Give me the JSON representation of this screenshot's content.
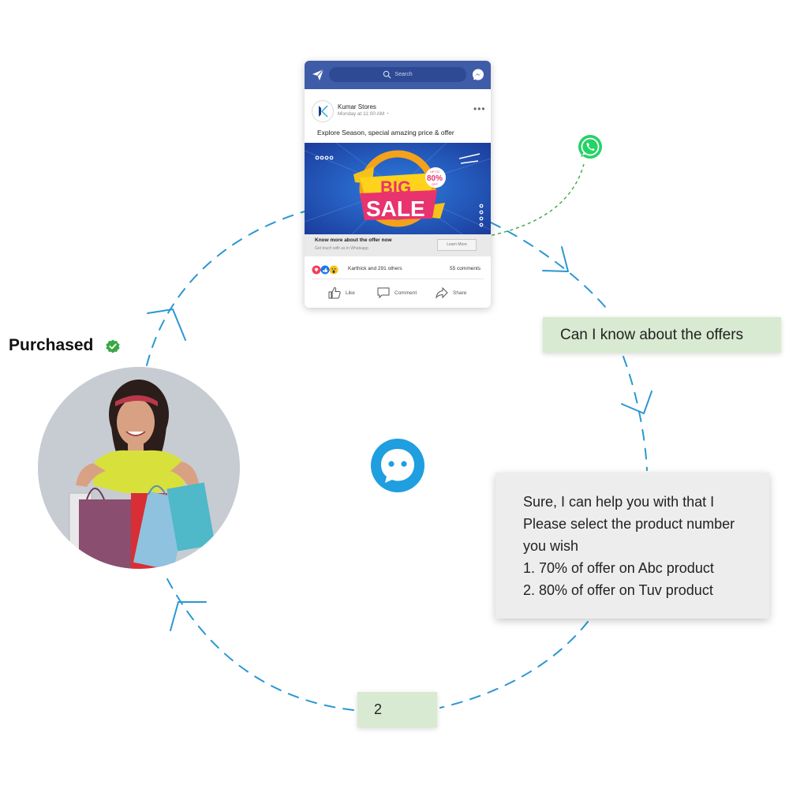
{
  "colors": {
    "flow_line": "#2a97d4",
    "whatsapp_line": "#3aa845",
    "facebook_blue": "#3f5ca8",
    "bubble_green": "#d8ead1",
    "bubble_grey": "#ededee",
    "chat_logo": "#1f9ee0"
  },
  "post": {
    "search_placeholder": "Search",
    "page_name": "Kumar Stores",
    "timestamp": "Monday at 11:00 AM",
    "caption": "Explore  Season, special amazing price & offer",
    "banner": {
      "line1": "BIG",
      "line2": "SALE",
      "badge_top": "UP TO",
      "badge_value": "80%",
      "badge_bottom": "OFF"
    },
    "offer_title": "Know more about the offer now",
    "offer_subtitle": "Get touch with us in Whatsapp",
    "learn_more": "Learn More",
    "reactors": "Karthick and  291 others",
    "comments": "55 comments",
    "actions": {
      "like": "Like",
      "comment": "Comment",
      "share": "Share"
    }
  },
  "chat": {
    "user_question": "Can I know about the offers",
    "bot_reply": [
      "Sure, I can help you with that I",
      "Please select the product number",
      "you wish",
      "1.  70% of offer on Abc product",
      "2. 80% of offer on Tuv product"
    ],
    "user_choice": "2"
  },
  "status": {
    "purchased_label": "Purchased"
  },
  "icons": [
    "send-icon",
    "search-icon",
    "messenger-icon",
    "whatsapp-icon",
    "chat-bot-icon",
    "check-badge-icon",
    "like-icon",
    "comment-icon",
    "share-icon"
  ]
}
